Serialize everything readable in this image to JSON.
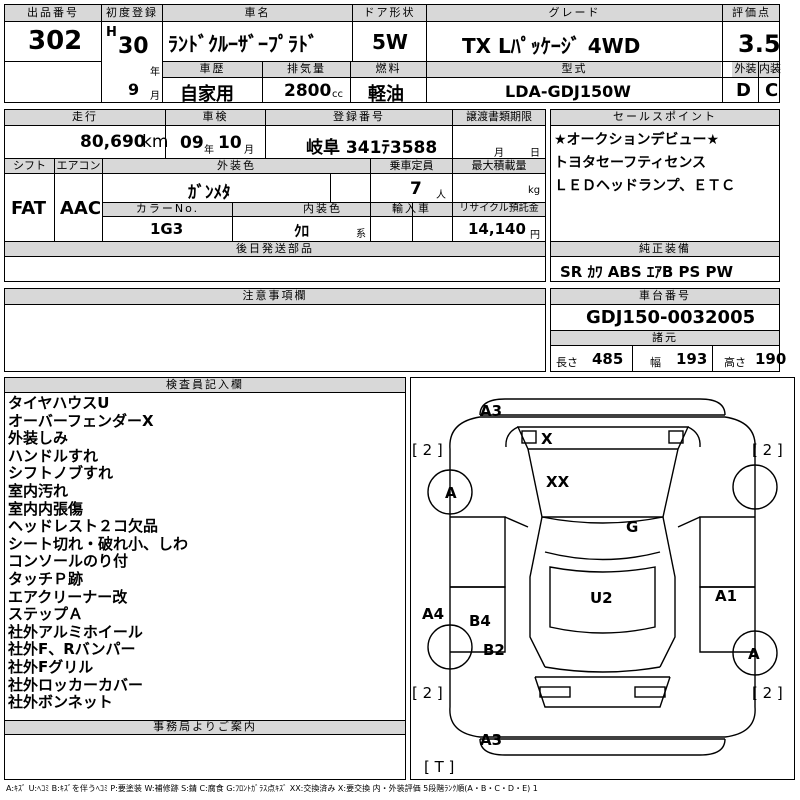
{
  "header": {
    "lot_no_label": "出品番号",
    "lot_no": "302",
    "first_reg_label": "初度登録",
    "era": "H",
    "year": "30",
    "year_unit": "年",
    "month": "9",
    "month_unit": "月",
    "car_name_label": "車名",
    "car_name": "ﾗﾝﾄﾞｸﾙｰｻﾞｰﾌﾟﾗﾄﾞ",
    "door_label": "ドア形状",
    "door": "5W",
    "grade_label": "グレード",
    "grade": "TX Lﾊﾟｯｹｰｼﾞ 4WD",
    "score_label": "評価点",
    "score": "3.5",
    "history_label": "車歴",
    "history": "自家用",
    "displacement_label": "排気量",
    "displacement": "2800",
    "displacement_unit": "cc",
    "fuel_label": "燃料",
    "fuel": "軽油",
    "model_label": "型式",
    "model": "LDA-GDJ150W",
    "ext_grade_label": "外装",
    "ext_grade": "D",
    "int_grade_label": "内装",
    "int_grade": "C"
  },
  "row2": {
    "mileage_label": "走行",
    "mileage": "80,690",
    "mileage_unit": "km",
    "inspection_label": "車検",
    "insp_year": "09",
    "insp_year_unit": "年",
    "insp_month": "10",
    "insp_month_unit": "月",
    "plate_label": "登録番号",
    "plate": "岐阜 341ﾃ3588",
    "transfer_label": "譲渡書類期限",
    "transfer_month_unit": "月",
    "transfer_day_unit": "日",
    "shift_label": "シフト",
    "shift": "FAT",
    "ac_label": "エアコン",
    "ac": "AAC",
    "exterior_color_label": "外装色",
    "exterior_color": "ｶﾞﾝﾒﾀ",
    "capacity_label": "乗車定員",
    "capacity": "7",
    "capacity_unit": "人",
    "max_load_label": "最大積載量",
    "max_load_unit": "kg",
    "color_no_label": "カラーNo.",
    "color_no": "1G3",
    "interior_color_label": "内装色",
    "interior_color": "ｸﾛ",
    "interior_unit": "系",
    "import_label": "輸入車",
    "recycle_label": "リサイクル預託金",
    "recycle": "14,140",
    "recycle_unit": "円",
    "later_parts_label": "後日発送部品"
  },
  "sales": {
    "label": "セールスポイント",
    "lines": [
      "★オークションデビュー★",
      "トヨタセーフティセンス",
      "ＬＥＤヘッドランプ、ＥＴＣ"
    ],
    "equipment_label": "純正装備",
    "equipment": "SR ｶﾜ ABS ｴｱB PS PW"
  },
  "notice": {
    "label": "注意事項欄"
  },
  "chassis": {
    "label": "車台番号",
    "number": "GDJ150-0032005",
    "spec_label": "諸元",
    "length_label": "長さ",
    "length": "485",
    "width_label": "幅",
    "width": "193",
    "height_label": "高さ",
    "height": "190"
  },
  "inspector": {
    "label": "検査員記入欄",
    "lines": [
      "タイヤハウスU",
      "オーバーフェンダーX",
      "外装しみ",
      "ハンドルすれ",
      "シフトノブすれ",
      "室内汚れ",
      "室内内張傷",
      "ヘッドレスト２コ欠品",
      "シート切れ・破れ小、しわ",
      "コンソールのり付",
      "タッチＰ跡",
      "エアクリーナー改",
      "ステップＡ",
      "社外アルミホイール",
      "社外F、Rバンパー",
      "社外Fグリル",
      "社外ロッカーカバー",
      "社外ボンネット"
    ]
  },
  "office": {
    "label": "事務局よりご案内"
  },
  "diagram": {
    "marks": {
      "a3_top": "A3",
      "x_top": "X",
      "xx": "XX",
      "g": "G",
      "a_left": "A",
      "u2": "U2",
      "a1": "A1",
      "a4": "A4",
      "b4": "B4",
      "b2": "B2",
      "a_right": "A",
      "a3_bottom": "A3",
      "tire_tl": "[ 2 ]",
      "tire_tr": "[ 2 ]",
      "tire_bl": "[ 2 ]",
      "tire_br": "[ 2 ]",
      "trunk": "[ T ]"
    }
  },
  "legend": "A:ｷｽﾞ U:ﾍｺﾐ B:ｷｽﾞを伴うﾍｺﾐ P:要塗装 W:補修跡 S:錆 C:腐食 G:ﾌﾛﾝﾄｶﾞﾗｽ点ｷｽﾞ XX:交換済み X:要交換 内・外装評価 5段階ﾗﾝｸ順(A・B・C・D・E) 1"
}
